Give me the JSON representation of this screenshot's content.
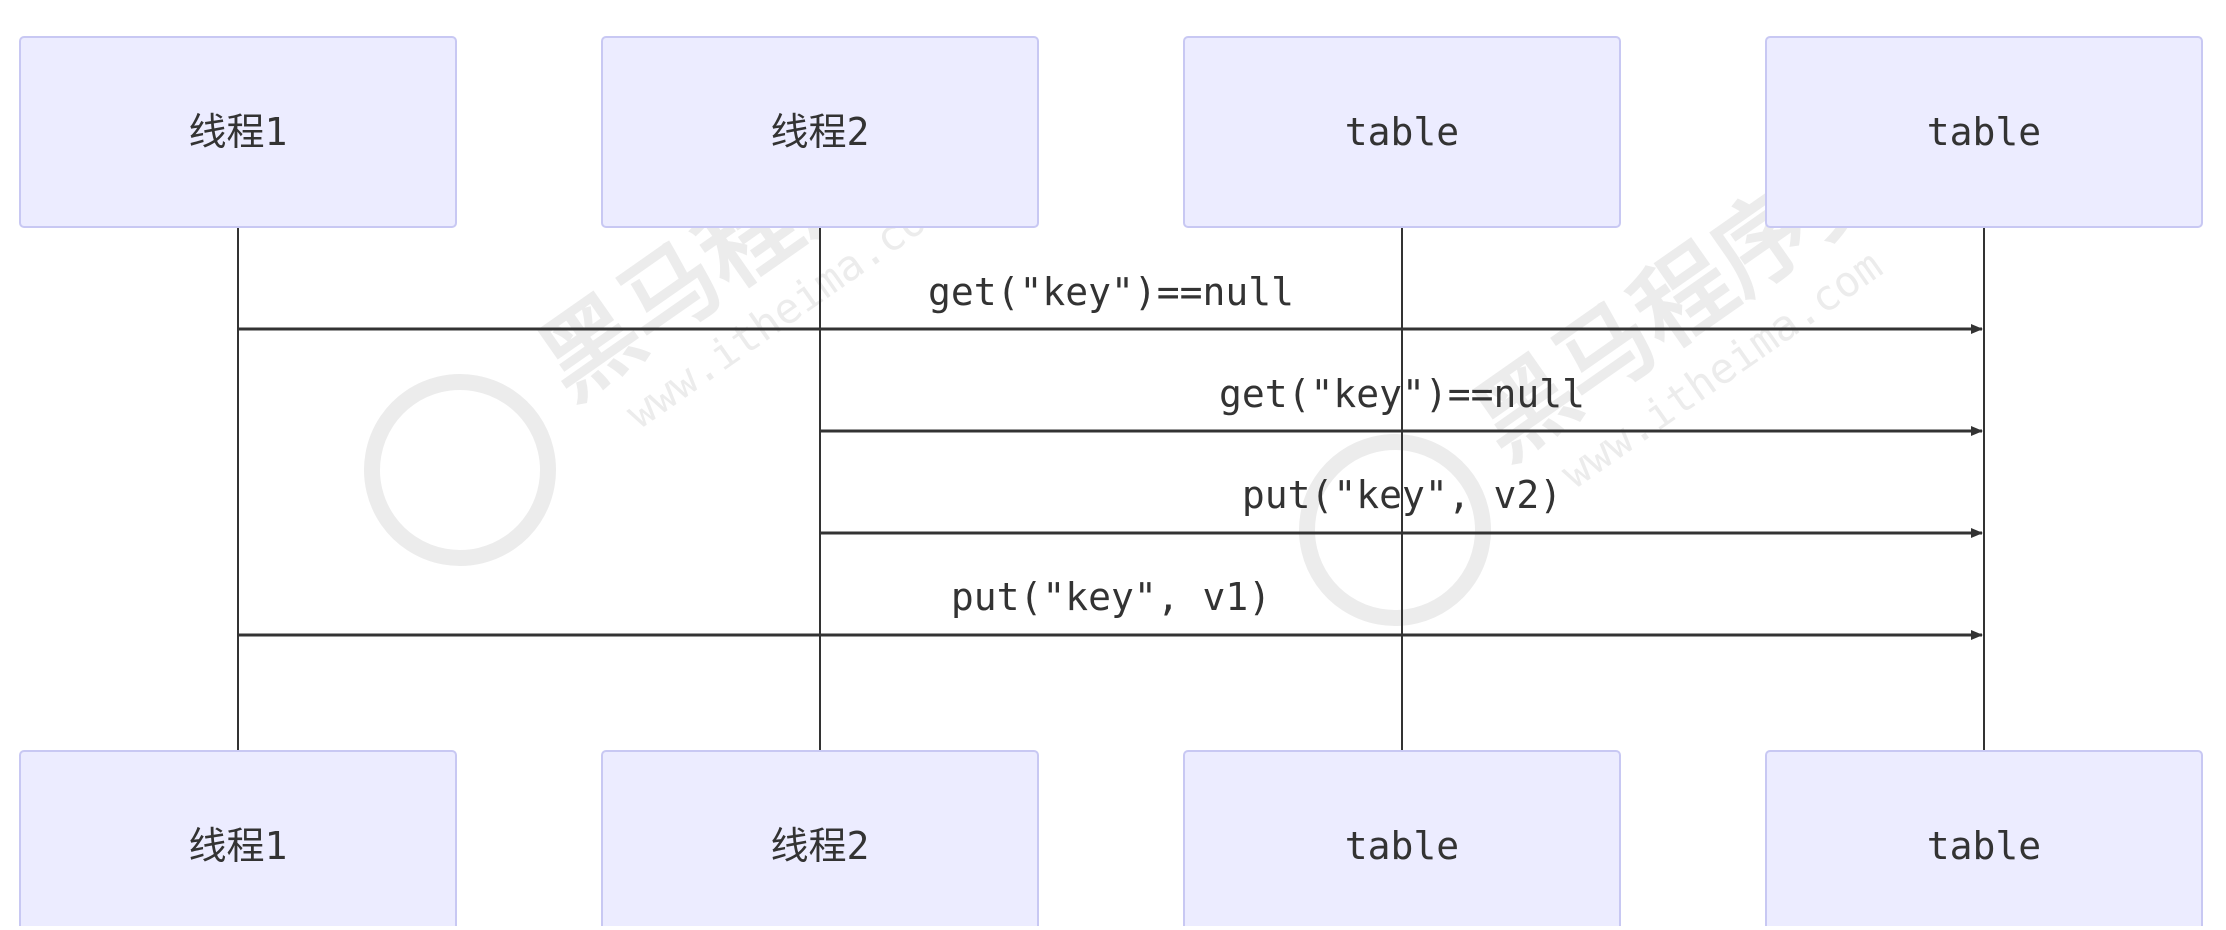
{
  "participants": [
    {
      "label": "线程1"
    },
    {
      "label": "线程2"
    },
    {
      "label": "table"
    },
    {
      "label": "table"
    }
  ],
  "messages": [
    {
      "from": 0,
      "to": 3,
      "label": "get(\"key\")==null"
    },
    {
      "from": 1,
      "to": 3,
      "label": "get(\"key\")==null"
    },
    {
      "from": 1,
      "to": 3,
      "label": "put(\"key\", v2)"
    },
    {
      "from": 0,
      "to": 3,
      "label": "put(\"key\", v1)"
    }
  ],
  "watermark": {
    "brand": "黑马程序员",
    "url": "www.itheima.com"
  },
  "colors": {
    "box_fill": "#ececff",
    "box_stroke": "#c8c8f3",
    "line": "#333333",
    "text": "#333333",
    "watermark": "#e6e6e6"
  }
}
